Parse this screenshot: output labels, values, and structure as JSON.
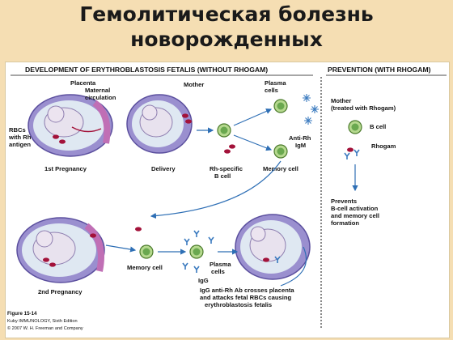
{
  "title": {
    "line1": "Гемолитическая болезнь",
    "line2": "новорожденных"
  },
  "figure": {
    "left_header": "DEVELOPMENT OF ERYTHROBLASTOSIS FETALIS (WITHOUT RHOGAM)",
    "right_header": "PREVENTION (WITH RHOGAM)",
    "labels": {
      "placenta": "Placenta",
      "maternal_1": "Maternal",
      "maternal_2": "circulation",
      "rbc_1": "RBCs",
      "rbc_2": "with Rh",
      "rbc_3": "antigen",
      "first_pregnancy": "1st Pregnancy",
      "mother": "Mother",
      "delivery": "Delivery",
      "plasma_1": "Plasma",
      "plasma_2": "cells",
      "anti_rh_1": "Anti-Rh",
      "anti_rh_2": "IgM",
      "rh_specific_1": "Rh-specific",
      "rh_specific_2": "B cell",
      "memory_cell": "Memory cell",
      "second_pregnancy": "2nd Pregnancy",
      "memory_cell_2": "Memory cell",
      "plasma2_1": "Plasma",
      "plasma2_2": "cells",
      "igg": "IgG",
      "igg_text_1": "IgG anti-Rh Ab crosses placenta",
      "igg_text_2": "and attacks fetal RBCs causing",
      "igg_text_3": "erythroblastosis fetalis",
      "mother_treated_1": "Mother",
      "mother_treated_2": "(treated with Rhogam)",
      "b_cell": "B cell",
      "rhogam": "Rhogam",
      "prevents_1": "Prevents",
      "prevents_2": "B-cell activation",
      "prevents_3": "and memory cell",
      "prevents_4": "formation"
    },
    "caption": {
      "figure": "Figure 15-14",
      "book": "Kuby IMMUNOLOGY, Sixth Edition",
      "copyright": "© 2007 W. H. Freeman and Company"
    }
  },
  "colors": {
    "background": "#f5deb3",
    "uterus": "#7b6fb8",
    "placenta": "#c06fb5",
    "fetus": "#dde6f0",
    "cell": "#93c47d",
    "rbc": "#a3123a",
    "antibody": "#3a7abf"
  }
}
